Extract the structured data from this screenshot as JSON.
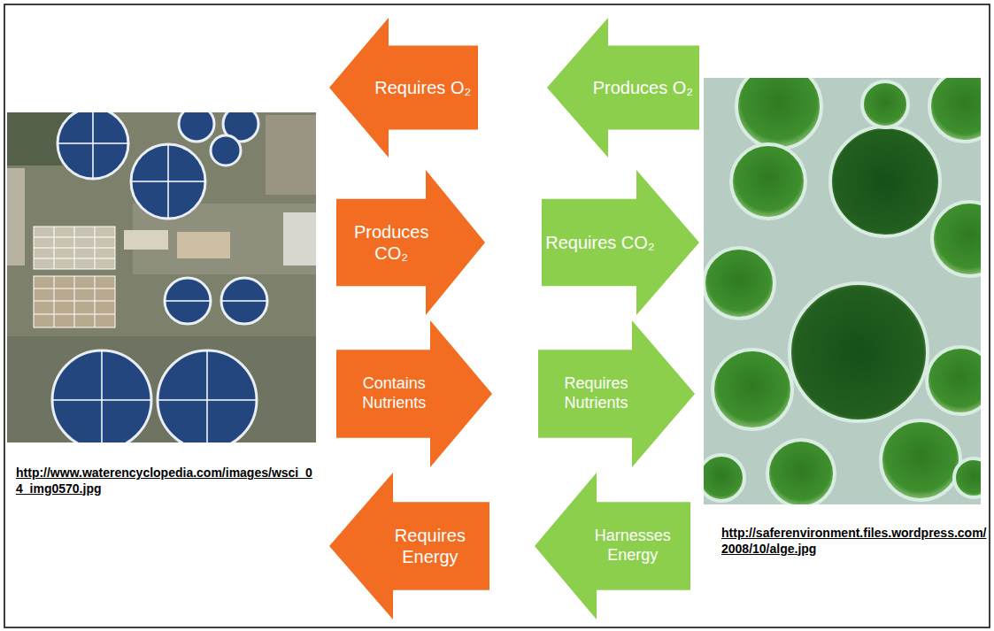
{
  "diagram": {
    "nodes": [
      {
        "text": [
          "Requires O₂"
        ]
      },
      {
        "text": [
          "Produces O₂"
        ]
      },
      {
        "text": [
          "Produces CO₂"
        ]
      },
      {
        "text": [
          "Requires CO₂"
        ]
      },
      {
        "text": [
          "Contains Nutrients"
        ]
      },
      {
        "text": [
          "Requires Nutrients"
        ]
      },
      {
        "text": [
          "Requires Energy"
        ]
      },
      {
        "text": [
          "Harnesses Energy"
        ]
      }
    ],
    "labels": [
      "http://www.waterencyclopedia.com/images/wsci_04_img0570.jpg",
      "http://saferenvironment.files.wordpress.com/2008/10/alge.jpg"
    ]
  }
}
